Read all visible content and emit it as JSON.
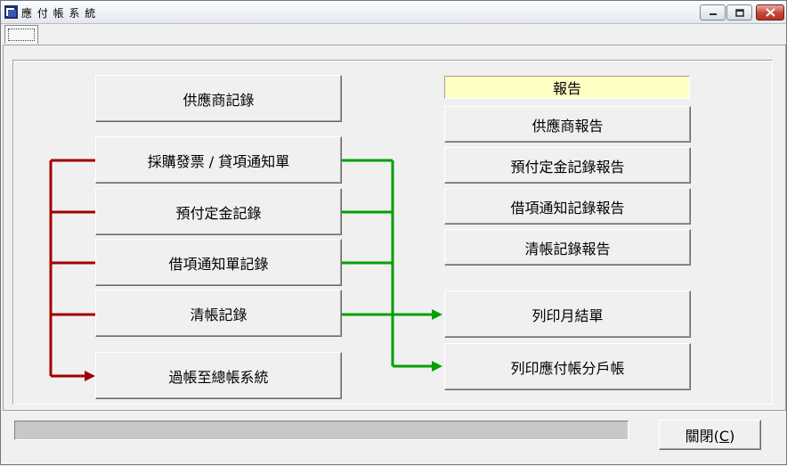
{
  "window": {
    "title": "應 付 帳 系 統"
  },
  "reports": {
    "header": "報告",
    "supplier_report": "供應商報告",
    "deposit_report": "預付定金記錄報告",
    "debit_note_report": "借項通知記錄報告",
    "clearing_report": "清帳記錄報告",
    "print_monthly": "列印月結單",
    "print_ledger": "列印應付帳分戶帳"
  },
  "records": {
    "supplier": "供應商記錄",
    "purchase_invoice": "採購發票 / 貸項通知單",
    "deposit": "預付定金記錄",
    "debit_note": "借項通知單記錄",
    "clearing": "清帳記錄",
    "post_to_gl": "過帳至總帳系統"
  },
  "footer": {
    "close_label": "關閉(",
    "close_hotkey": "C",
    "close_suffix": ")"
  },
  "colors": {
    "red_arrow": "#a00000",
    "green_arrow": "#00a000",
    "report_header_bg": "#ffffc4"
  }
}
